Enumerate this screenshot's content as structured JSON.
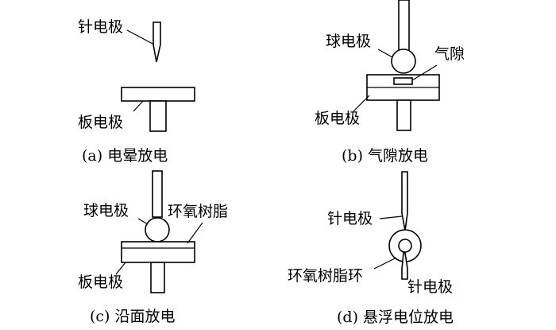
{
  "panels": {
    "a": {
      "caption": "(a)  电晕放电",
      "labels": {
        "needle": "针电极",
        "plate": "板电极"
      }
    },
    "b": {
      "caption": "(b)  气隙放电",
      "labels": {
        "sphere": "球电极",
        "gap": "气隙",
        "plate": "板电极"
      }
    },
    "c": {
      "caption": "(c)  沿面放电",
      "labels": {
        "sphere": "球电极",
        "epoxy": "环氧树脂",
        "plate": "板电极"
      }
    },
    "d": {
      "caption": "(d)  悬浮电位放电",
      "labels": {
        "needle_top": "针电极",
        "ring": "环氧树脂环",
        "needle_bottom": "针电极"
      }
    }
  }
}
